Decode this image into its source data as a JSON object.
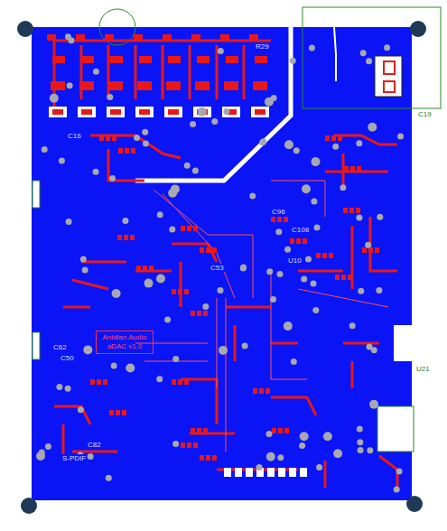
{
  "diagram": {
    "nodes": [
      {
        "text": [
          "Anidian Audio aDAC v1.0"
        ]
      }
    ],
    "labels": [
      "R29",
      "C16",
      "C96",
      "C108",
      "U10",
      "C53",
      "C50",
      "C82",
      "S-PDIF",
      "C19",
      "U21",
      "C62"
    ]
  }
}
